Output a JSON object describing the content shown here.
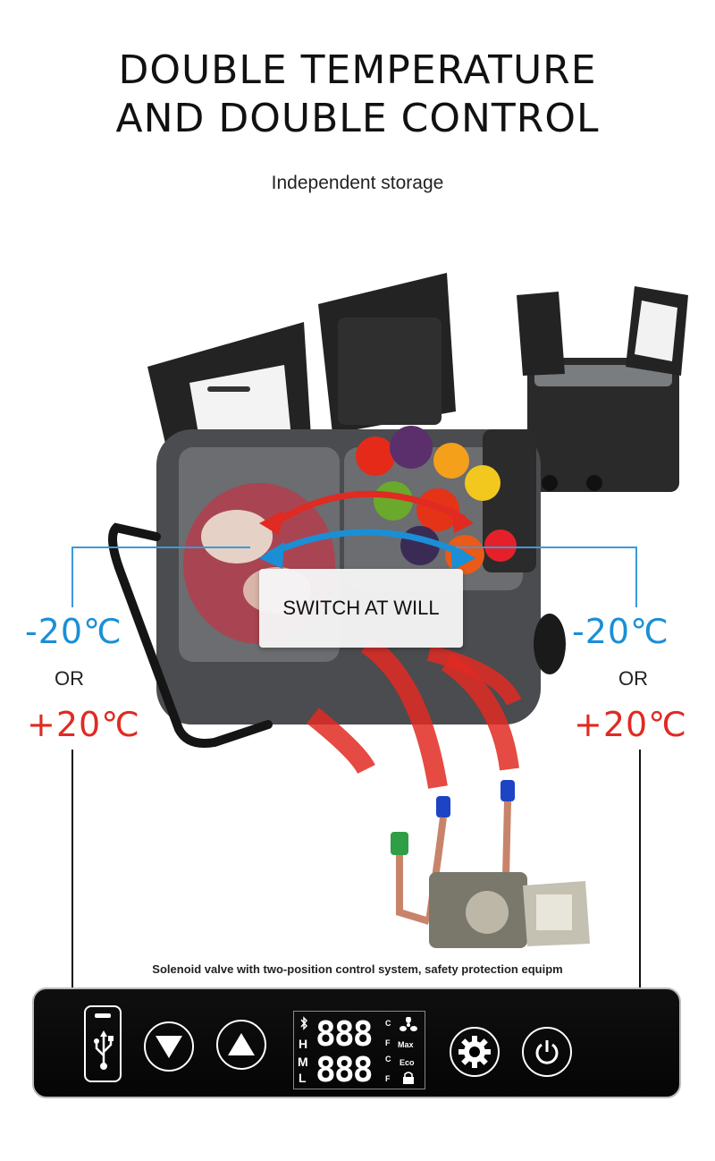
{
  "title_lines": [
    "DOUBLE TEMPERATURE",
    "AND DOUBLE CONTROL"
  ],
  "subtitle": "Independent storage",
  "left": {
    "cold": "-20℃",
    "or": "OR",
    "hot": "+20℃"
  },
  "right": {
    "cold": "-20℃",
    "or": "OR",
    "hot": "+20℃"
  },
  "switch_label": "SWITCH AT WILL",
  "caption": "Solenoid valve with two-position control system, safety protection equipm",
  "colors": {
    "cold": "#1a8fd6",
    "hot": "#e02a22",
    "panel": "#0a0a0a"
  },
  "panel": {
    "usb_icon": "usb-icon",
    "down_icon": "triangle-down-icon",
    "up_icon": "triangle-up-icon",
    "settings_icon": "gear-icon",
    "power_icon": "power-icon",
    "lcd": {
      "row1_digits": "888",
      "row2_digits": "888",
      "left_letters": [
        "H",
        "M",
        "L"
      ],
      "unit_c": "C",
      "unit_f": "F",
      "max_label": "Max",
      "eco_label": "Eco"
    }
  }
}
